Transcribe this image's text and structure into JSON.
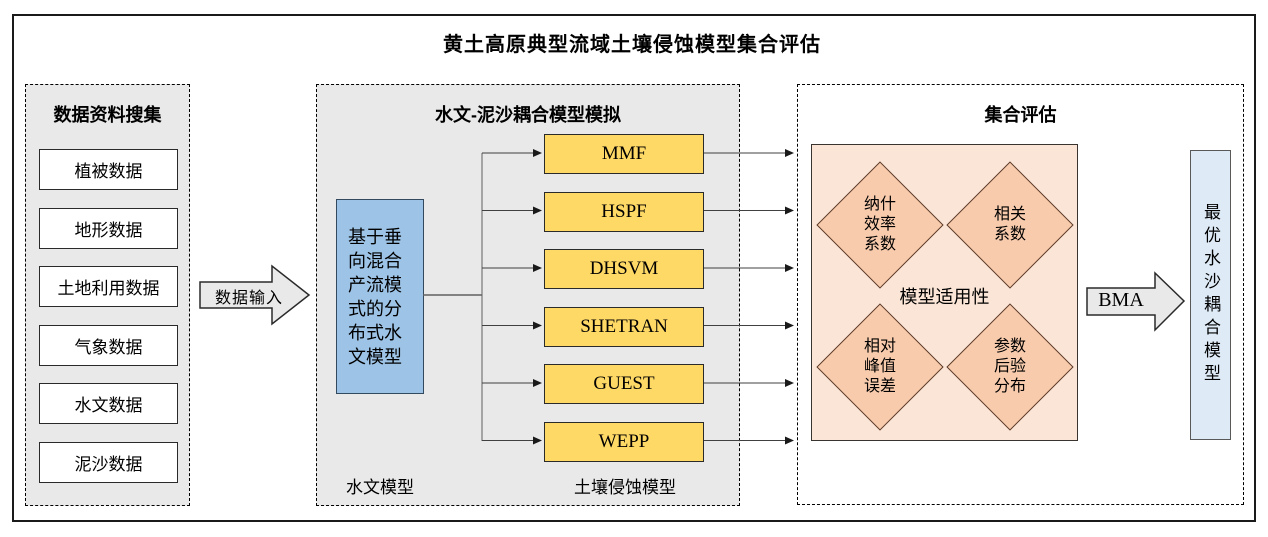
{
  "title": "黄土高原典型流域土壤侵蚀模型集合评估",
  "data_panel": {
    "header": "数据资料搜集",
    "items": [
      "植被数据",
      "地形数据",
      "土地利用数据",
      "气象数据",
      "水文数据",
      "泥沙数据"
    ]
  },
  "data_input_arrow": {
    "label": "数据输入"
  },
  "simulation_panel": {
    "header": "水文-泥沙耦合模型模拟",
    "hydrological_model": "基于垂向混合产流模式的分布式水文模型",
    "erosion_models": [
      "MMF",
      "HSPF",
      "DHSVM",
      "SHETRAN",
      "GUEST",
      "WEPP"
    ],
    "footer_left": "水文模型",
    "footer_right": "土壤侵蚀模型"
  },
  "evaluation_panel": {
    "header": "集合评估",
    "applicability_label": "模型适用性",
    "criteria": [
      "纳什效率系数",
      "相关系数",
      "相对峰值误差",
      "参数后验分布"
    ],
    "bma_label": "BMA",
    "output": "最优水沙耦合模型"
  },
  "colors": {
    "panel_gray": "#E9E9E9",
    "model_yellow": "#FFD966",
    "hydro_blue": "#9DC3E6",
    "output_blue": "#DEEBF7",
    "evaluation_peach": "#FBE5D6",
    "criterion_peach": "#F8CBAD"
  }
}
